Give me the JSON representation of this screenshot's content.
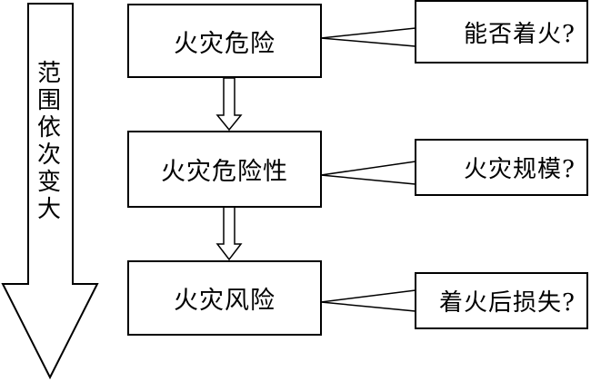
{
  "range_arrow": {
    "label": "范围依次变大"
  },
  "levels": [
    {
      "concept": "火灾危险",
      "question": "能否着火?"
    },
    {
      "concept": "火灾危险性",
      "question": "火灾规模?"
    },
    {
      "concept": "火灾风险",
      "question": "着火后损失?"
    }
  ]
}
